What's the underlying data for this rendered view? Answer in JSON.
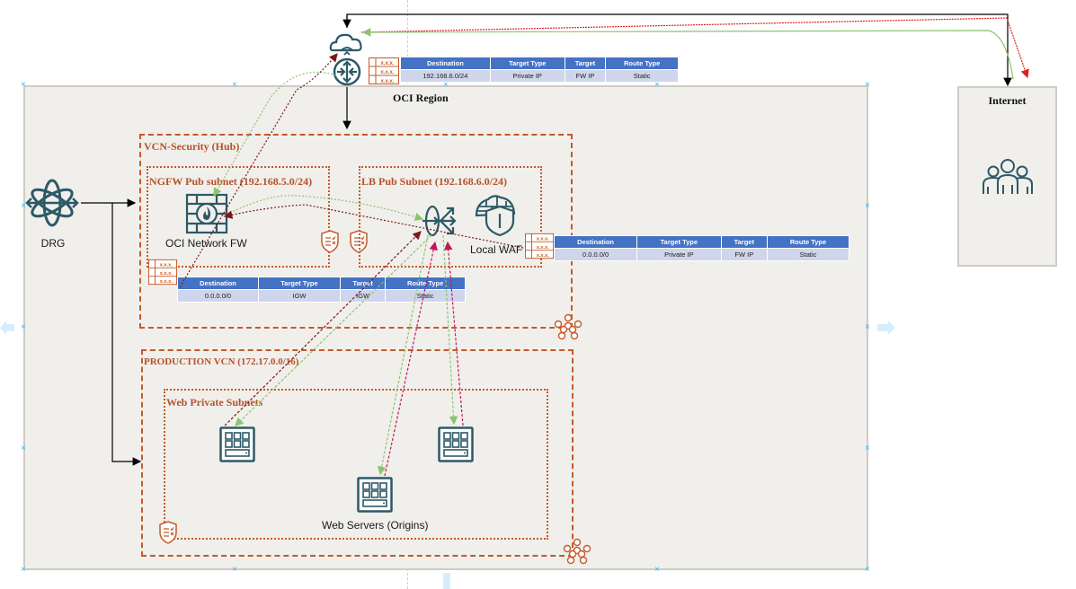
{
  "region": {
    "title": "OCI Region"
  },
  "internet": {
    "title": "Internet",
    "icon": "users-icon"
  },
  "drg": {
    "label": "DRG",
    "icon": "drg-icon"
  },
  "vcn_security": {
    "title": "VCN-Security (Hub)",
    "ngfw_subnet": {
      "title": "NGFW Pub subnet (192.168.5.0/24)",
      "firewall_label": "OCI Network FW"
    },
    "lb_subnet": {
      "title": "LB Pub Subnet (192.168.6.0/24)",
      "waf_label": "Local WAF"
    }
  },
  "vcn_production": {
    "title": "PRODUCTION VCN (172.17.0.0/16)",
    "web_subnet": {
      "title": "Web Private Subnets",
      "servers_label": "Web Servers (Origins)"
    }
  },
  "route_table_icon_text": "x.x.x.",
  "route_tables": {
    "igw": {
      "headers": [
        "Destination",
        "Target Type",
        "Target",
        "Route Type"
      ],
      "rows": [
        [
          "192.168.6.0/24",
          "Private IP",
          "FW IP",
          "Static"
        ]
      ]
    },
    "lb": {
      "headers": [
        "Destination",
        "Target Type",
        "Target",
        "Route Type"
      ],
      "rows": [
        [
          "0.0.0.0/0",
          "Private IP",
          "FW IP",
          "Static"
        ]
      ]
    },
    "ngfw": {
      "headers": [
        "Destination",
        "Target Type",
        "Target",
        "Route Type"
      ],
      "rows": [
        [
          "0.0.0.0/0",
          "IGW",
          "IGW",
          "Static"
        ]
      ]
    }
  },
  "colors": {
    "icon_teal": "#2d5967",
    "vcn_orange": "#c45a2a",
    "table_header": "#4472c4",
    "table_row": "#cfd5ea",
    "flow_green": "#8cc470",
    "flow_darkred": "#7b1a1a",
    "flow_magenta": "#c0185a",
    "flow_red": "#e02020"
  }
}
